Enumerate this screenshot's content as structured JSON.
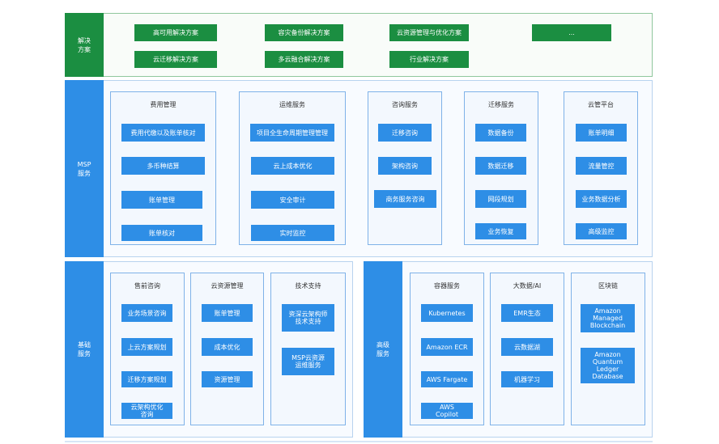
{
  "solutions": {
    "label": "解决\n方案",
    "items": [
      "高可用解决方案",
      "容灾备份解决方案",
      "云资源管理与优化方案",
      "...",
      "云迁移解决方案",
      "多云融合解决方案",
      "行业解决方案"
    ]
  },
  "msp": {
    "label": "MSP\n服务",
    "groups": [
      {
        "title": "费用管理",
        "items": [
          "费用代缴以及账单核对",
          "多币种结算",
          "账单管理",
          "账单核对"
        ]
      },
      {
        "title": "运维服务",
        "items": [
          "项目全生命周期管理管理",
          "云上成本优化",
          "安全审计",
          "实时监控"
        ]
      },
      {
        "title": "咨询服务",
        "items": [
          "迁移咨询",
          "架构咨询",
          "商务服务咨询"
        ]
      },
      {
        "title": "迁移服务",
        "items": [
          "数据备份",
          "数据迁移",
          "网段规划",
          "业务恢复"
        ]
      },
      {
        "title": "云管平台",
        "items": [
          "账单明细",
          "流量管控",
          "业务数据分析",
          "高级监控"
        ]
      }
    ]
  },
  "basic": {
    "label": "基础\n服务",
    "groups": [
      {
        "title": "售前咨询",
        "items": [
          "业务场景咨询",
          "上云方案规划",
          "迁移方案规划",
          "云架构优化\n咨询"
        ]
      },
      {
        "title": "云资源管理",
        "items": [
          "账单管理",
          "成本优化",
          "资源管理"
        ]
      },
      {
        "title": "技术支持",
        "items": [
          "资深云架构师\n技术支持",
          "MSP云资源\n运维服务"
        ]
      }
    ]
  },
  "advanced": {
    "label": "高级\n服务",
    "groups": [
      {
        "title": "容器服务",
        "items": [
          "Kubernetes",
          "Amazon ECR",
          "AWS Fargate",
          "AWS\nCopilot"
        ]
      },
      {
        "title": "大数据/AI",
        "items": [
          "EMR生态",
          "云数据湖",
          "机器学习"
        ]
      },
      {
        "title": "区块链",
        "items": [
          "Amazon\nManaged\nBlockchain",
          "Amazon\nQuantum\nLedger\nDatabase"
        ]
      }
    ]
  }
}
